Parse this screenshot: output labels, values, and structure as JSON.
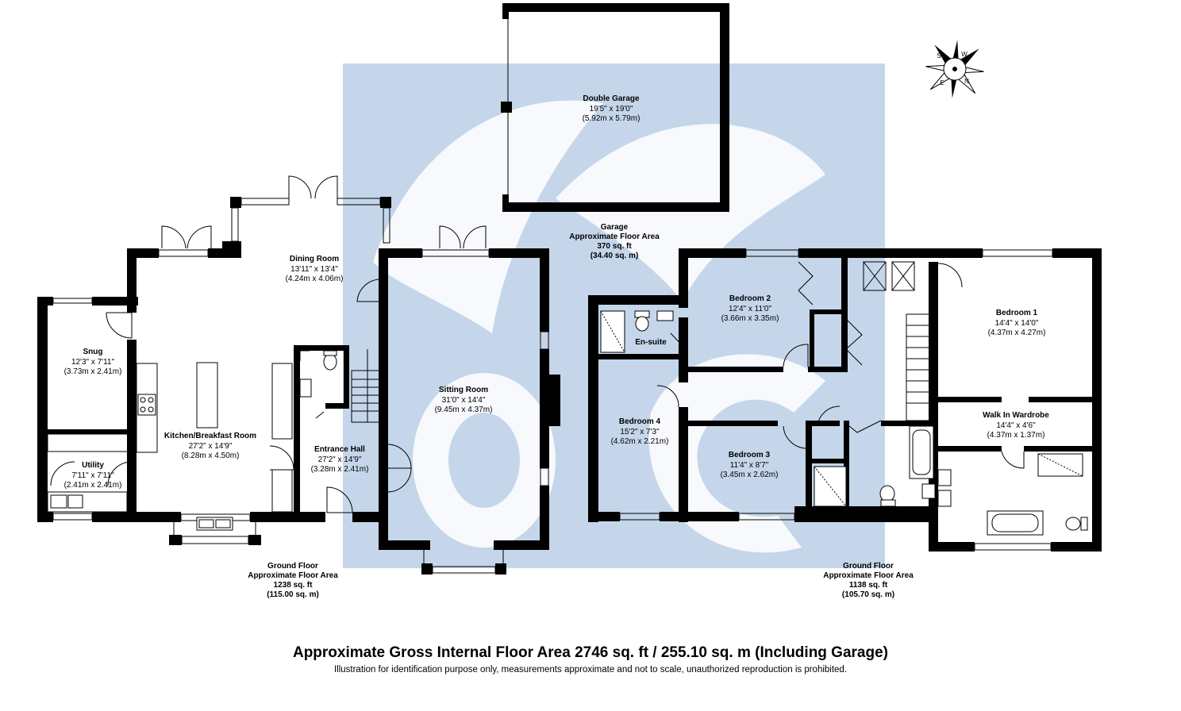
{
  "colors": {
    "watermark": "#c5d6ea",
    "wall": "#000000",
    "background": "#ffffff"
  },
  "rooms": {
    "double_garage": {
      "name": "Double Garage",
      "imperial": "19'5\" x 19'0\"",
      "metric": "(5.92m x 5.79m)"
    },
    "dining_room": {
      "name": "Dining Room",
      "imperial": "13'11\" x 13'4\"",
      "metric": "(4.24m x 4.06m)"
    },
    "snug": {
      "name": "Snug",
      "imperial": "12'3\" x 7'11\"",
      "metric": "(3.73m x 2.41m)"
    },
    "kitchen": {
      "name": "Kitchen/Breakfast Room",
      "imperial": "27'2\" x 14'9\"",
      "metric": "(8.28m x 4.50m)"
    },
    "utility": {
      "name": "Utility",
      "imperial": "7'11\" x 7'11\"",
      "metric": "(2.41m x 2.41m)"
    },
    "entrance_hall": {
      "name": "Entrance Hall",
      "imperial": "27'2\" x 14'9\"",
      "metric": "(3.28m x 2.41m)"
    },
    "sitting_room": {
      "name": "Sitting Room",
      "imperial": "31'0\" x 14'4\"",
      "metric": "(9.45m x 4.37m)"
    },
    "bedroom_2": {
      "name": "Bedroom 2",
      "imperial": "12'4\" x 11'0\"",
      "metric": "(3.66m x 3.35m)"
    },
    "en_suite": {
      "name": "En-suite"
    },
    "bedroom_1": {
      "name": "Bedroom 1",
      "imperial": "14'4\" x 14'0\"",
      "metric": "(4.37m x 4.27m)"
    },
    "bedroom_4": {
      "name": "Bedroom 4",
      "imperial": "15'2\" x 7'3\"",
      "metric": "(4.62m x 2.21m)"
    },
    "bedroom_3": {
      "name": "Bedroom 3",
      "imperial": "11'4\" x 8'7\"",
      "metric": "(3.45m x 2.62m)"
    },
    "walk_in_wardrobe": {
      "name": "Walk In Wardrobe",
      "imperial": "14'4\" x 4'6\"",
      "metric": "(4.37m x 1.37m)"
    }
  },
  "areas": {
    "garage": {
      "line1": "Garage",
      "line2": "Approximate Floor Area",
      "line3": "370 sq. ft",
      "line4": "(34.40 sq. m)"
    },
    "ground_left": {
      "line1": "Ground Floor",
      "line2": "Approximate Floor Area",
      "line3": "1238 sq. ft",
      "line4": "(115.00 sq. m)"
    },
    "ground_right": {
      "line1": "Ground Floor",
      "line2": "Approximate Floor Area",
      "line3": "1138 sq. ft",
      "line4": "(105.70 sq. m)"
    }
  },
  "compass": {
    "s": "S",
    "w": "W",
    "e": "E",
    "n": "N"
  },
  "footer": {
    "title": "Approximate Gross Internal Floor Area 2746 sq. ft / 255.10 sq. m (Including Garage)",
    "note": "Illustration for identification purpose only, measurements approximate and not to scale, unauthorized reproduction is prohibited."
  }
}
